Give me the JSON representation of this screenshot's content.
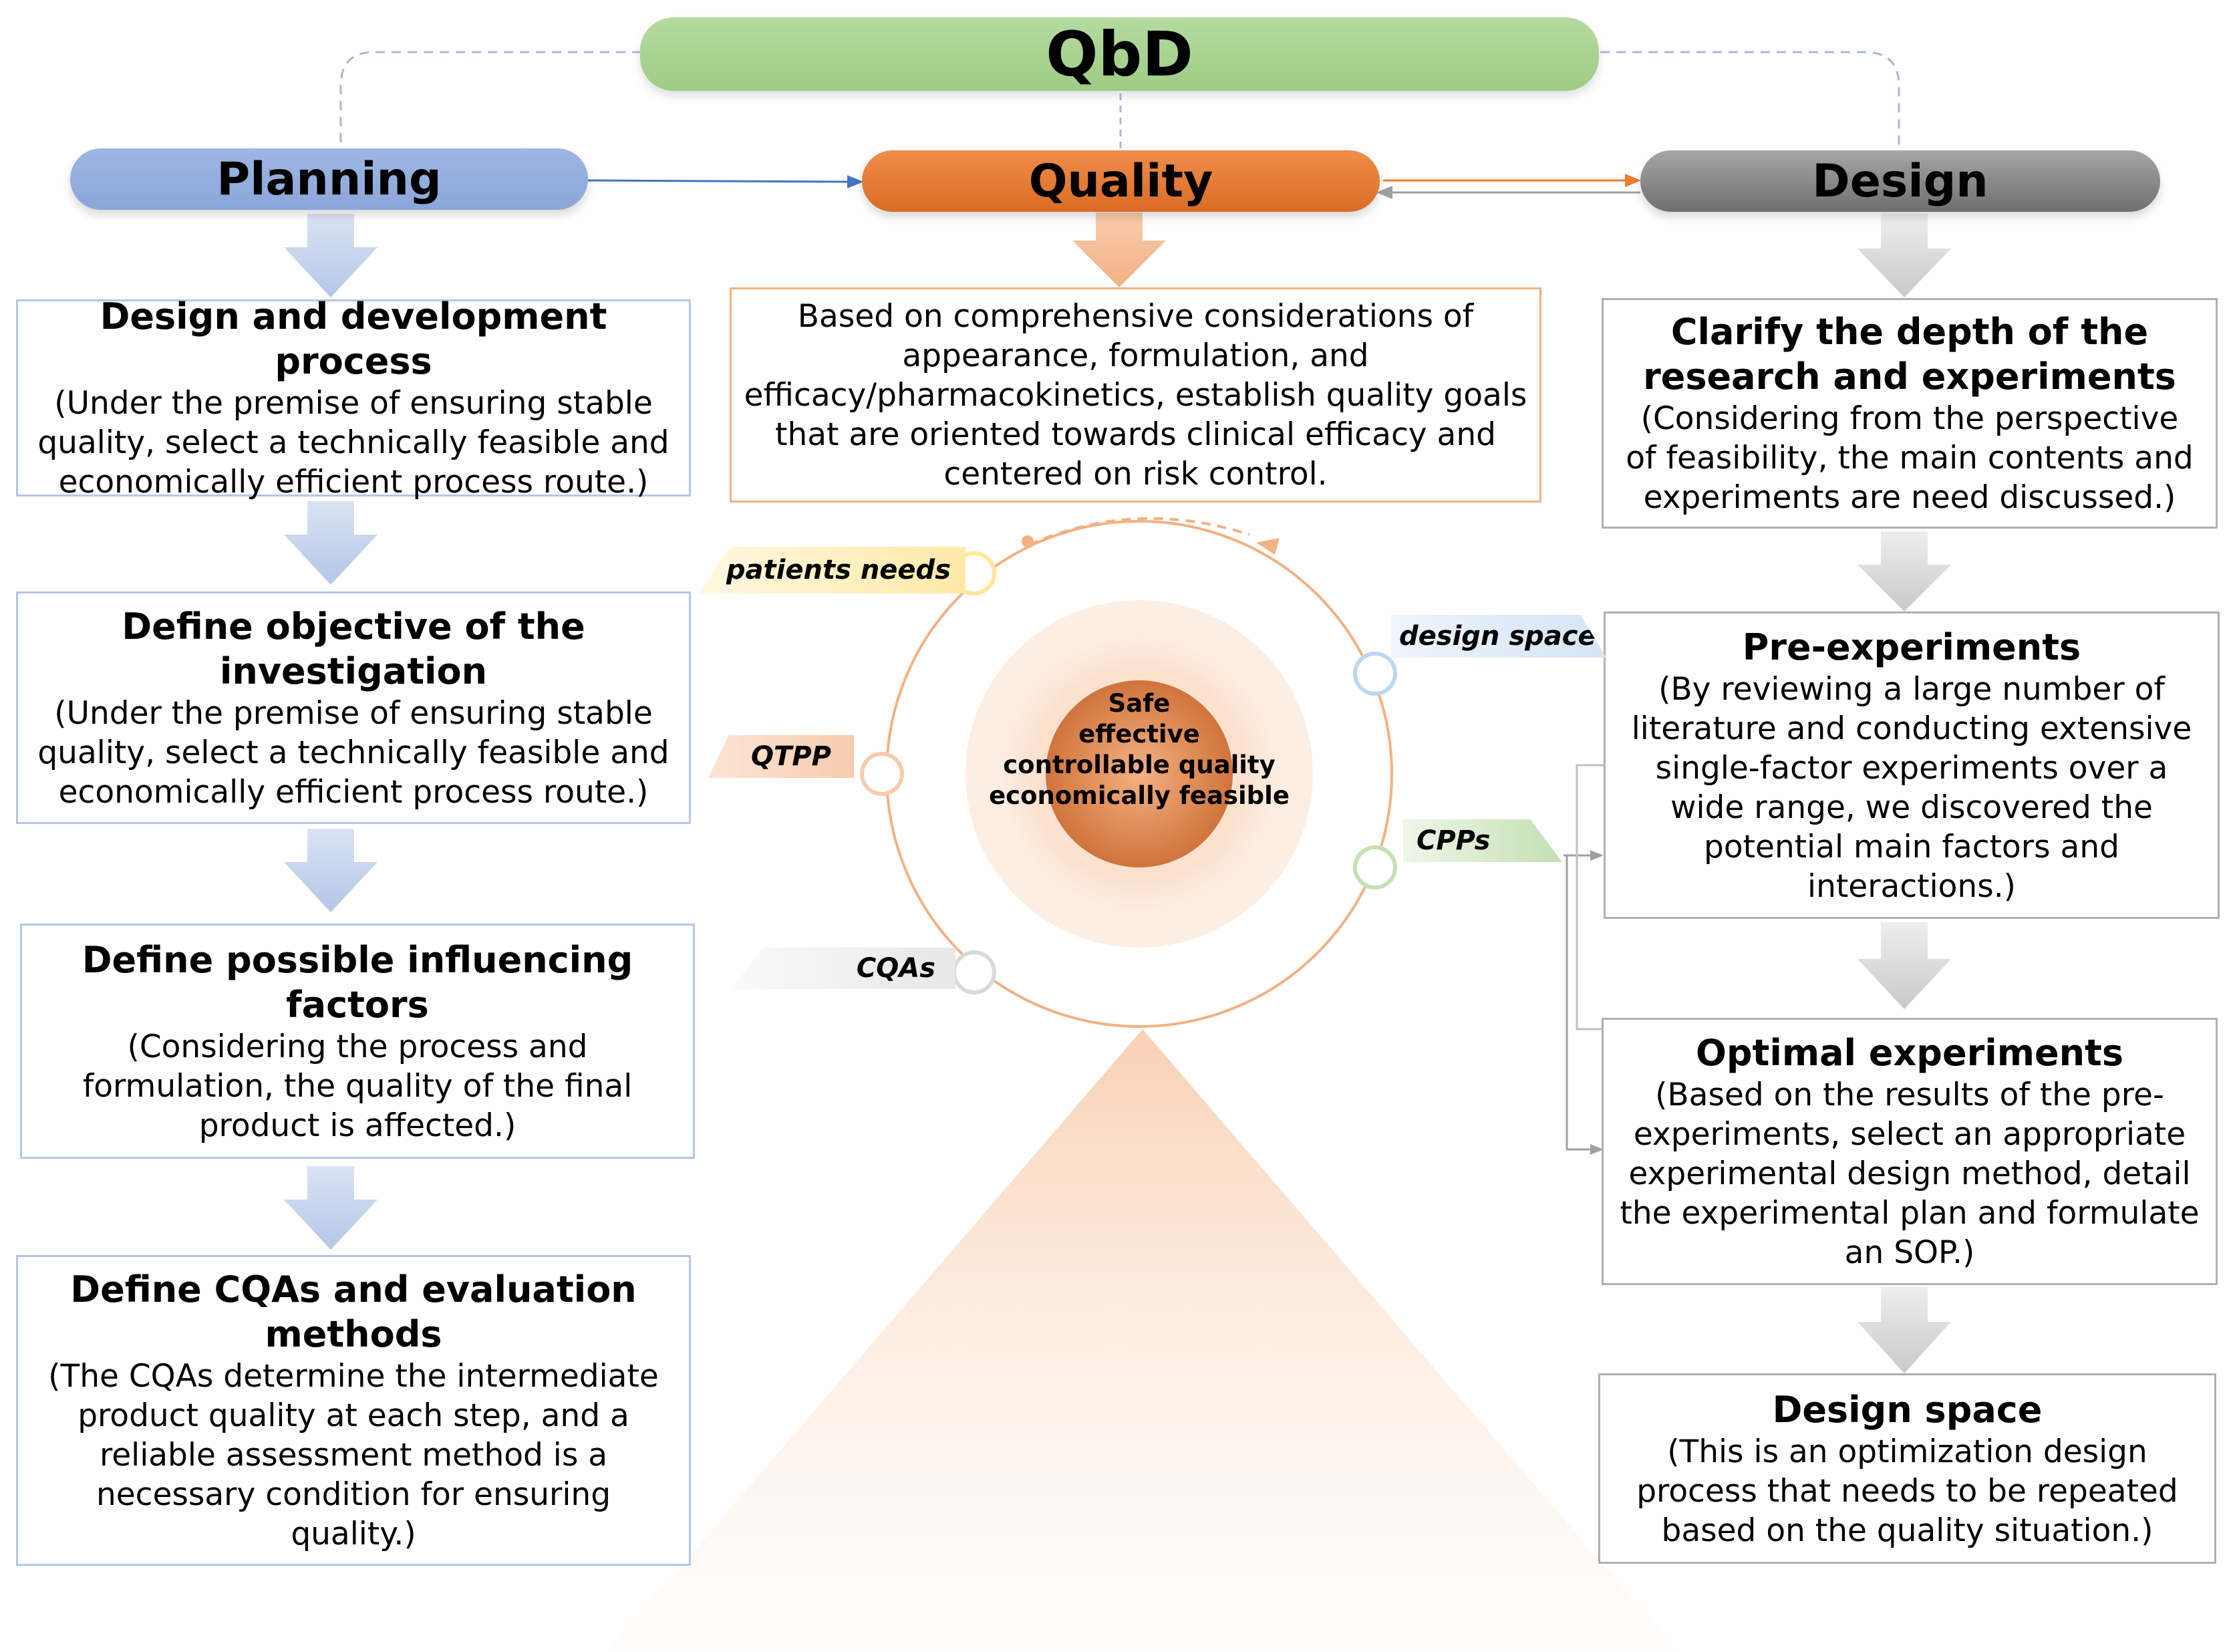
{
  "header": {
    "title": "QbD"
  },
  "pillars": {
    "planning": "Planning",
    "quality": "Quality",
    "design": "Design"
  },
  "planning_steps": [
    {
      "title": "Design and development process",
      "desc": [
        "(Under the premise of ensuring stable",
        "quality, select a technically feasible and",
        "economically efficient process route.)"
      ]
    },
    {
      "title": [
        "Define objective of the",
        "investigation"
      ],
      "desc": [
        "(Under the premise of ensuring stable",
        "quality, select a technically feasible and",
        "economically efficient process route.)"
      ]
    },
    {
      "title": [
        "Define possible influencing",
        "factors"
      ],
      "desc": [
        "(Considering the process and",
        "formulation, the quality of the final",
        "product is affected.)"
      ]
    },
    {
      "title": [
        "Define CQAs and evaluation",
        "methods"
      ],
      "desc": [
        "(The CQAs determine the intermediate",
        "product quality at each step, and a",
        "reliable assessment method is a",
        "necessary condition for ensuring",
        "quality.)"
      ]
    }
  ],
  "quality_box": [
    "Based on comprehensive considerations of",
    "appearance, formulation, and",
    "efficacy/pharmacokinetics, establish quality goals",
    "that are oriented towards clinical efficacy and",
    "centered on risk control."
  ],
  "design_steps": [
    {
      "title": [
        "Clarify the depth of the",
        "research and experiments"
      ],
      "desc": [
        "(Considering from the perspective",
        "of feasibility, the main contents and",
        "experiments are need discussed.)"
      ]
    },
    {
      "title": [
        "Pre-experiments"
      ],
      "desc": [
        "(By reviewing a large number of",
        "literature and conducting extensive",
        "single-factor experiments over a",
        "wide range, we discovered the",
        "potential main factors and",
        "interactions.)"
      ]
    },
    {
      "title": [
        "Optimal experiments"
      ],
      "desc": [
        "(Based on the results of the pre-",
        "experiments, select an appropriate",
        "experimental design method, detail",
        "the experimental plan and formulate",
        "an SOP.)"
      ]
    },
    {
      "title": [
        "Design space"
      ],
      "desc": [
        "(This is an optimization design",
        "process that needs to be repeated",
        "based on the quality situation.)"
      ]
    }
  ],
  "cycle_tags": {
    "patients_needs": "patients needs",
    "qtpp": "QTPP",
    "cqas": "CQAs",
    "design_space": "design space",
    "cpps": "CPPs"
  },
  "center_goals": [
    "Safe",
    "effective",
    "controllable quality",
    "economically feasible"
  ],
  "colors": {
    "qbd": "#a9d18e",
    "planning": "#8faadc",
    "quality": "#ed7d31",
    "design": "#7f7f7f"
  }
}
